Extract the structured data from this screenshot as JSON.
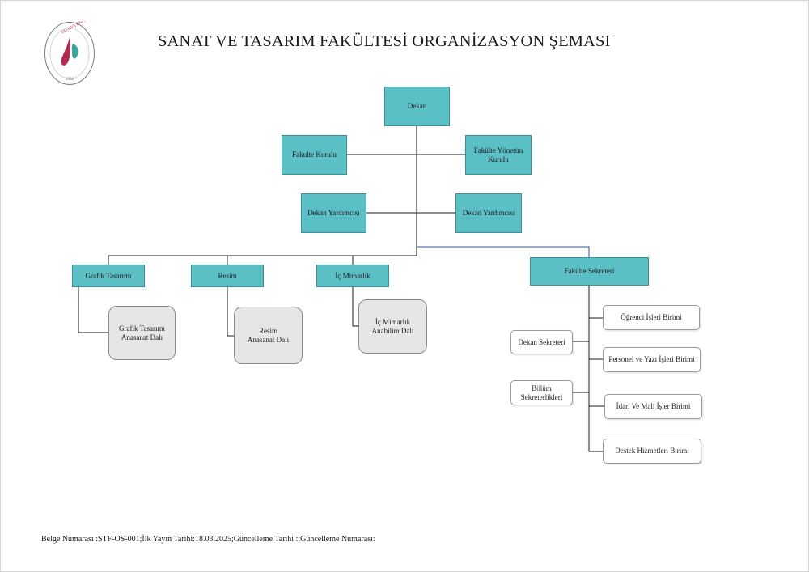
{
  "header": {
    "title": "SANAT VE TASARIM FAKÜLTESİ ORGANİZASYON ŞEMASI",
    "logo": {
      "arc_text": "YALOVA ÜNİVERSİTESİ",
      "year": "2008"
    }
  },
  "colors": {
    "teal": "#5bbfc6",
    "teal_border": "#3d8f96",
    "grey_box": "#e6e6e6",
    "blue_line": "#2e5597",
    "logo_red": "#b32a4f",
    "logo_teal": "#3aa6a0"
  },
  "org": {
    "dekan": "Dekan",
    "fakulte_kurulu": "Fakulte Kurulu",
    "fakulte_yonetim_kurulu": [
      "Fakülte Yönetim",
      "Kurulu"
    ],
    "dekan_yardimcisi_left": "Dekan Yardımcısı",
    "dekan_yardimcisi_right": "Dekan Yardımcısı",
    "departments": {
      "grafik_tasarimi": "Grafik Tasarımı",
      "resim": "Resim",
      "ic_mimarlik": "İç Mimarlık",
      "fakulte_sekreteri": "Fakülte  Sekreteri"
    },
    "divisions": {
      "grafik": [
        "Grafik Tasarımı",
        "Anasanat Dalı"
      ],
      "resim": [
        "Resim",
        "Anasanat Dalı"
      ],
      "ic_mimarlik": [
        "İç Mimarlık",
        "Anabilim Dalı"
      ]
    },
    "secretariat": {
      "dekan_sekreteri": "Dekan Sekreteri",
      "bolum_sekreterlikleri": [
        "Bölüm",
        "Sekreterlikleri"
      ]
    },
    "units": {
      "ogrenci_isleri": "Öğrenci İşleri Birimi",
      "personel": "Personel ve Yazı  İşleri Birimi",
      "idari_mali": "İdari Ve Mali İşler Birimi",
      "destek": "Destek Hizmetleri Birimi"
    }
  },
  "footer": "Belge Numarası :STF-OS-001;İlk Yayın Tarihi:18.03.2025;Güncelleme Tarihi :;Güncelleme Numarası:"
}
